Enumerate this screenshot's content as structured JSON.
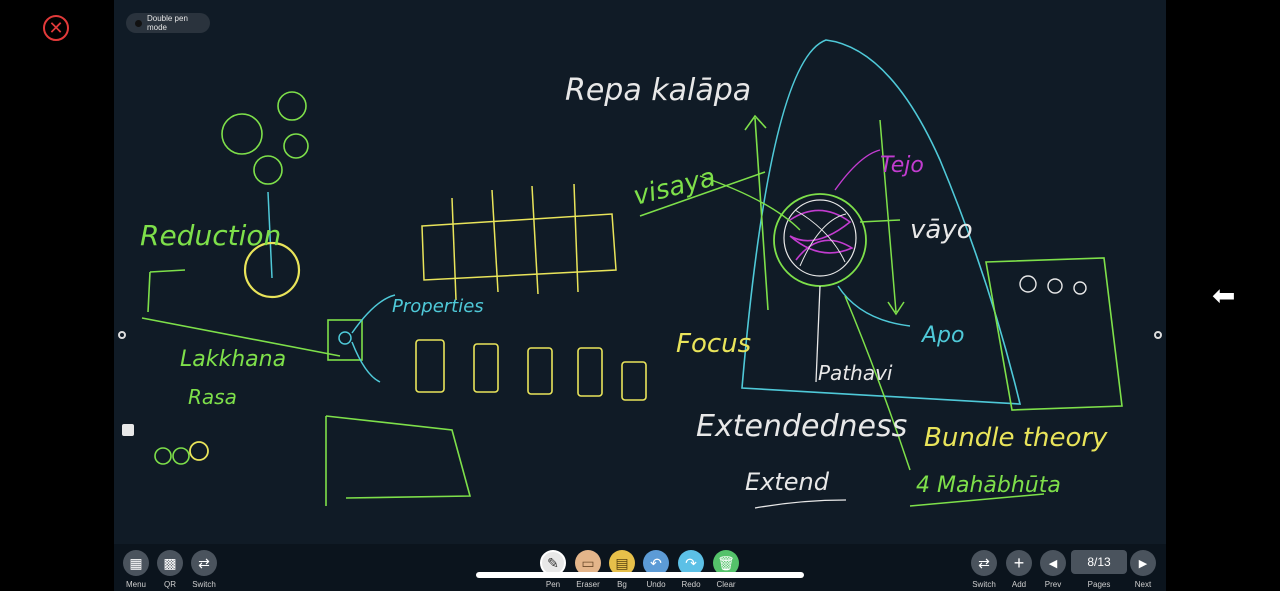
{
  "top": {
    "pen_mode_label": "Double pen mode"
  },
  "handwriting": {
    "title": "Repa kalāpa",
    "reduction": "Reduction",
    "lakkhana": "Lakkhana",
    "rasa": "Rasa",
    "properties": "Properties",
    "visaya": "visaya",
    "tejo": "Tejo",
    "vayo": "vāyo",
    "apo": "Apo",
    "focus": "Focus",
    "pathavi": "Pathavi",
    "extendedness": "Extendedness",
    "extend": "Extend",
    "bundle_theory": "Bundle theory",
    "mahabhuta": "4 Mahābhūta"
  },
  "toolbar": {
    "left": [
      {
        "label": "Menu",
        "icon": "grid-icon"
      },
      {
        "label": "QR",
        "icon": "qr-icon"
      },
      {
        "label": "Switch",
        "icon": "switch-icon"
      }
    ],
    "center": [
      {
        "label": "Pen",
        "icon": "pen-icon",
        "color": "#e8e8e8"
      },
      {
        "label": "Eraser",
        "icon": "eraser-icon",
        "color": "#e4b58a"
      },
      {
        "label": "Bg",
        "icon": "bg-icon",
        "color": "#e7c04a"
      },
      {
        "label": "Undo",
        "icon": "undo-icon",
        "color": "#5c9bd6"
      },
      {
        "label": "Redo",
        "icon": "redo-icon",
        "color": "#5cc0e6"
      },
      {
        "label": "Clear",
        "icon": "trash-icon",
        "color": "#54c26a"
      }
    ],
    "right": [
      {
        "label": "Switch",
        "icon": "switch-icon"
      },
      {
        "label": "Add",
        "icon": "plus-icon"
      },
      {
        "label": "Prev",
        "icon": "prev-icon"
      },
      {
        "label": "Pages",
        "value": "8/13"
      },
      {
        "label": "Next",
        "icon": "next-icon"
      }
    ]
  },
  "colors": {
    "green": "#7ee04a",
    "yellow": "#e9e45a",
    "cyan": "#4fc9d8",
    "magenta": "#c23cd0",
    "white": "#e8e8e8"
  }
}
